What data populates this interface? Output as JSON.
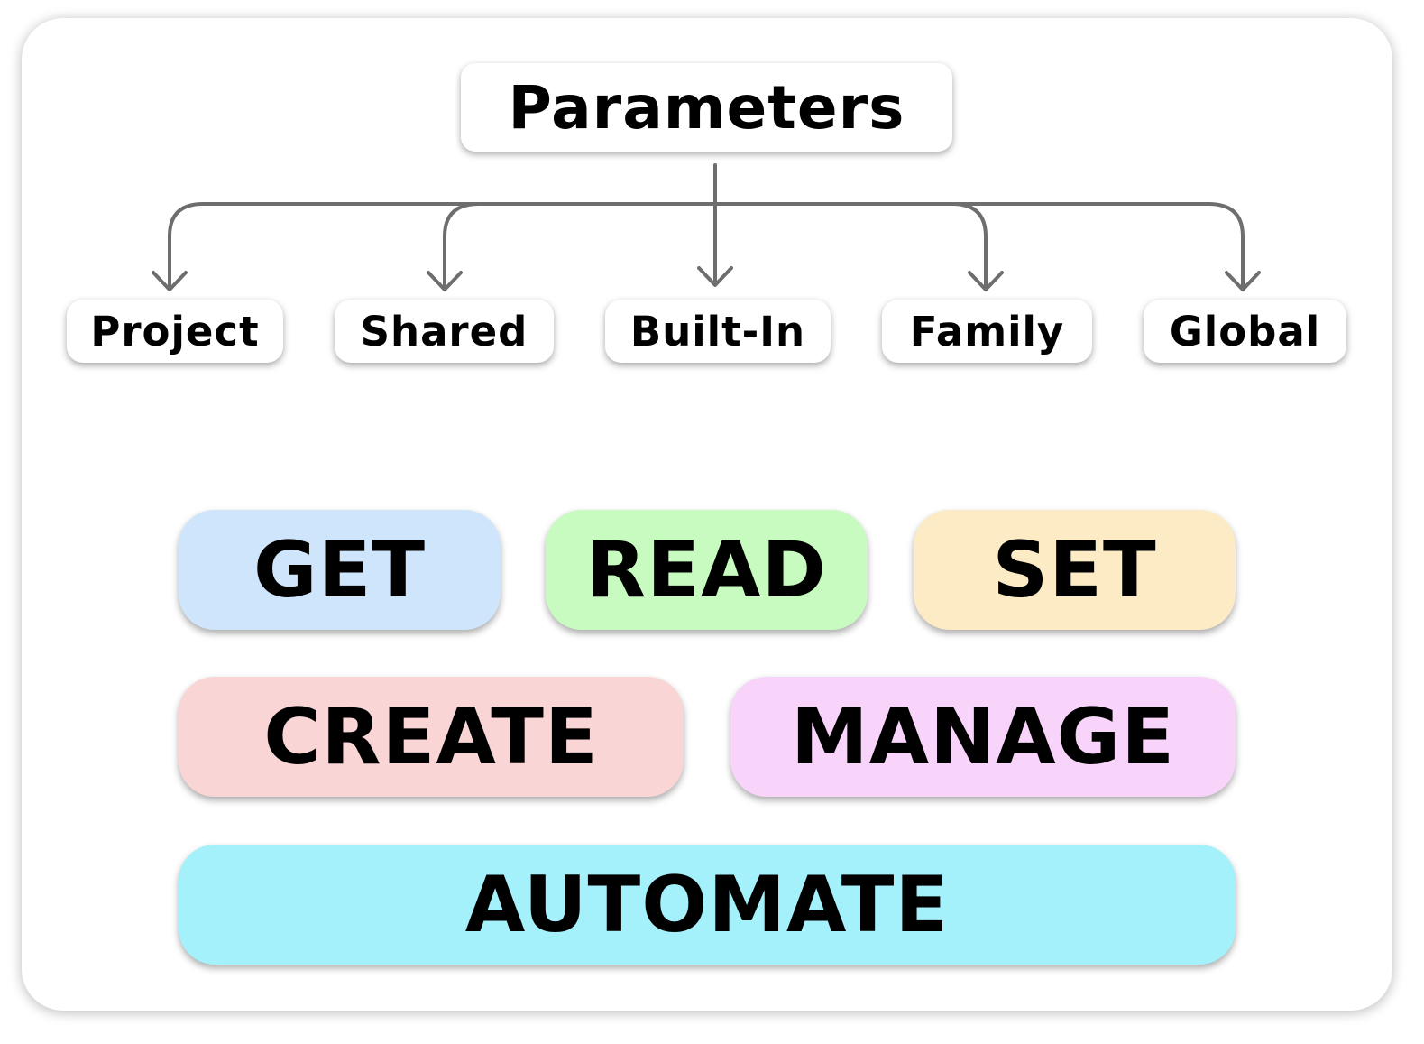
{
  "root": {
    "label": "Parameters"
  },
  "types": [
    {
      "label": "Project"
    },
    {
      "label": "Shared"
    },
    {
      "label": "Built-In"
    },
    {
      "label": "Family"
    },
    {
      "label": "Global"
    }
  ],
  "actions": [
    {
      "label": "GET",
      "color": "#cfe5fb"
    },
    {
      "label": "READ",
      "color": "#c8fbc0"
    },
    {
      "label": "SET",
      "color": "#fcebc4"
    },
    {
      "label": "CREATE",
      "color": "#f9d5d6"
    },
    {
      "label": "MANAGE",
      "color": "#f8d3fa"
    },
    {
      "label": "AUTOMATE",
      "color": "#a4f1fb"
    }
  ],
  "connector_color": "#6e6e6e"
}
